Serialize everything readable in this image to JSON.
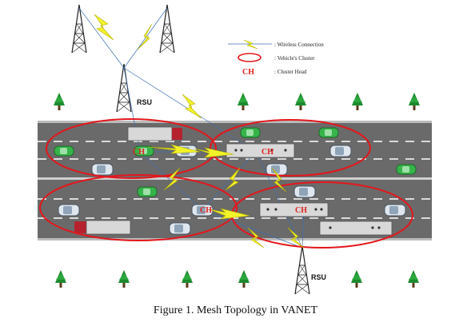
{
  "legend": {
    "wireless_connection": ": Wireless Connection",
    "vehicle_cluster": ": Vehicle's Cluster",
    "ch_symbol": "CH",
    "cluster_head": ": Cluster Head"
  },
  "labels": {
    "rsu_top": "RSU",
    "rsu_bottom": "RSU",
    "ch": "CH"
  },
  "caption": "Figure 1. Mesh Topology in VANET",
  "colors": {
    "cluster_ring": "#e3171c",
    "cluster_head_text": "#e0201c",
    "wireless_link": "#f2f22a",
    "road": "#6a6a6a",
    "tree": "#1d8a2e"
  }
}
